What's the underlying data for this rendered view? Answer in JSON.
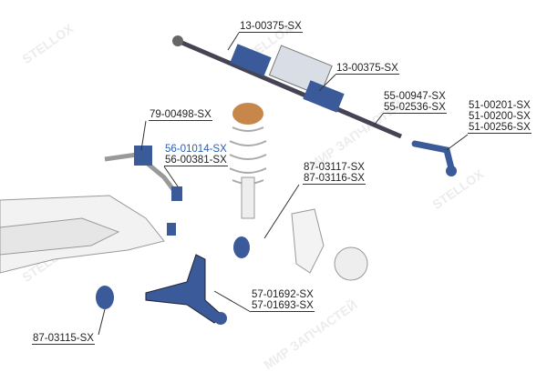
{
  "watermark": {
    "brand": "STELLOX",
    "shop": "МИР ЗАПЧАСТЕЙ"
  },
  "labels": {
    "rack_1": "13-00375-SX",
    "rack_2": "13-00375-SX",
    "tie_rod": [
      "55-00947-SX",
      "55-02536-SX"
    ],
    "tie_rod_end": [
      "51-00201-SX",
      "51-00200-SX",
      "51-00256-SX"
    ],
    "stabilizer": "79-00498-SX",
    "stabilizer_link": [
      "56-01014-SX",
      "56-00381-SX"
    ],
    "knuckle_bushing": [
      "87-03117-SX",
      "87-03116-SX"
    ],
    "control_arm": [
      "57-01692-SX",
      "57-01693-SX"
    ],
    "arm_bushing": "87-03115-SX"
  }
}
